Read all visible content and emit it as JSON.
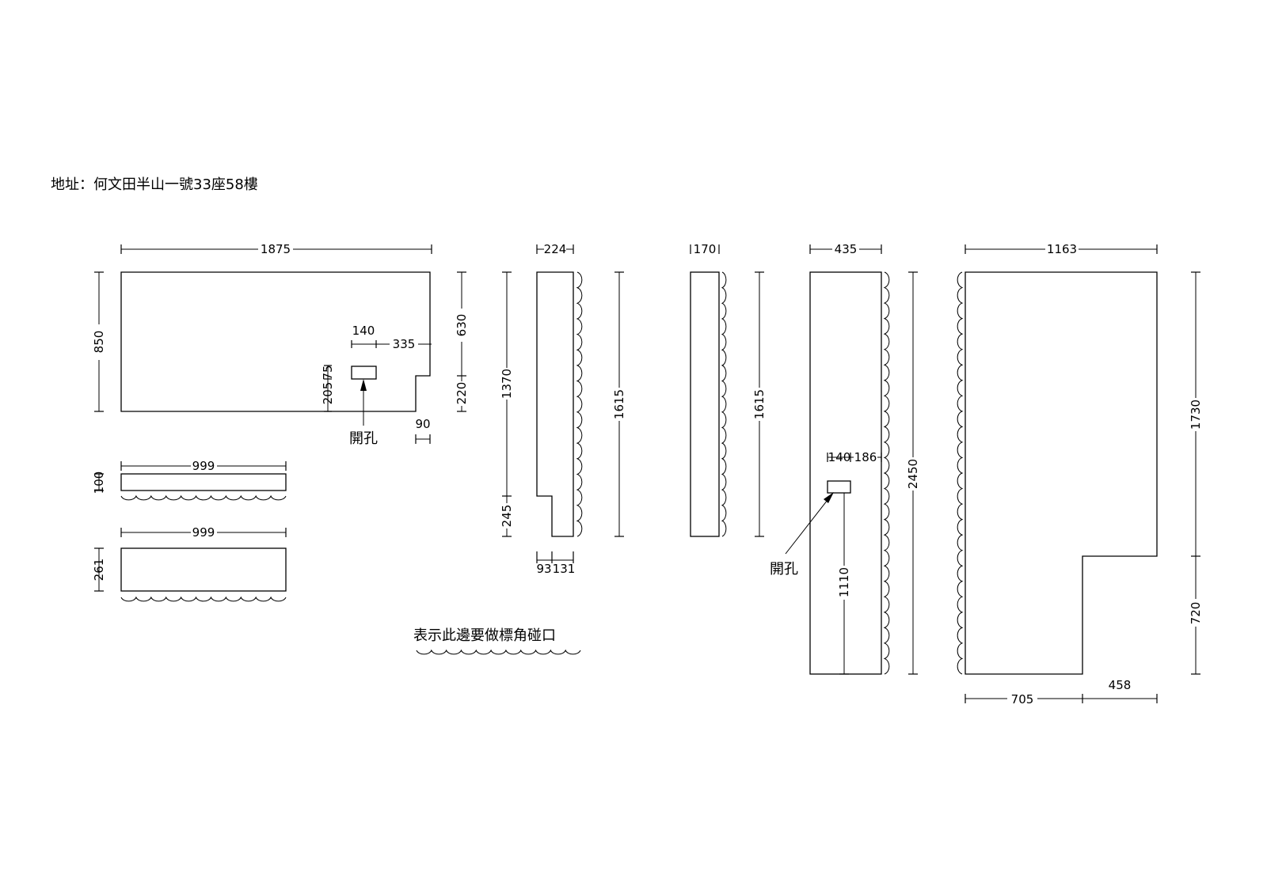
{
  "header": {
    "address": "地址：何文田半山一號33座58樓"
  },
  "legend": {
    "text": "表示此邊要做標角碰口"
  },
  "labels": {
    "hole": "開孔"
  },
  "dims": {
    "p1_width": "1875",
    "p1_height": "850",
    "p1_right_top": "630",
    "p1_right_bottom": "220",
    "p1_hole_w": "140",
    "p1_hole_x": "335",
    "p1_hole_h": "75",
    "p1_hole_y": "205",
    "p1_notch": "90",
    "strip1_len": "999",
    "strip1_h": "100",
    "strip2_len": "999",
    "strip2_h": "261",
    "p2_top": "224",
    "p2_left": "1370",
    "p2_bottom_left": "245",
    "p2_right": "1615",
    "p2_base_a": "93",
    "p2_base_b": "131",
    "p3_top": "170",
    "p3_right": "1615",
    "p4_top": "435",
    "p4_hole_w": "140",
    "p4_hole_x": "186",
    "p4_height": "2450",
    "p4_hole_y": "1110",
    "p5_top": "1163",
    "p5_upper": "1730",
    "p5_lower": "720",
    "p5_bottom_left": "705",
    "p5_bottom_right": "458"
  }
}
